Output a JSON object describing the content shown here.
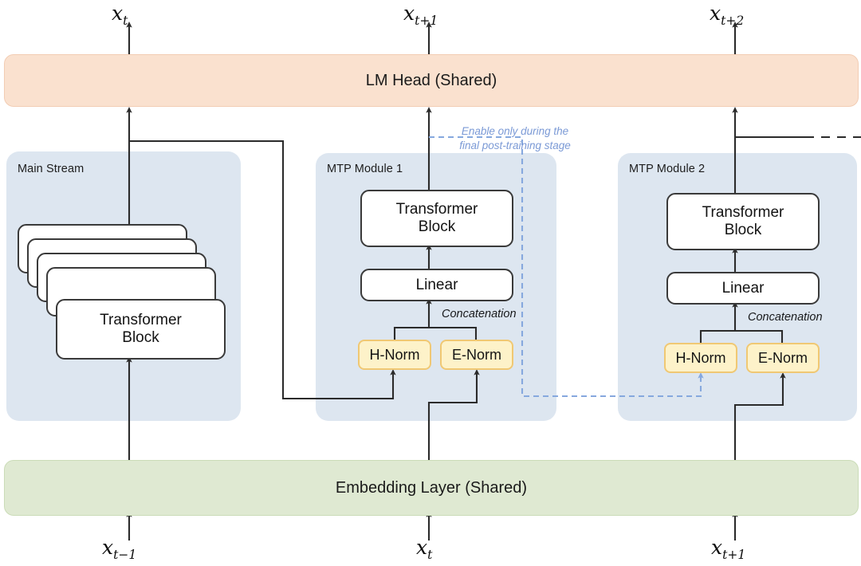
{
  "figure": {
    "type": "architecture-diagram",
    "title": "Multi-Token Prediction (MTP) module architecture"
  },
  "outputs": [
    {
      "name": "output-token-t",
      "base": "x",
      "sub": "t"
    },
    {
      "name": "output-token-t+1",
      "base": "x",
      "sub": "t+1"
    },
    {
      "name": "output-token-t+2",
      "base": "x",
      "sub": "t+2"
    }
  ],
  "inputs": [
    {
      "name": "input-token-t-1",
      "base": "x",
      "sub": "t−1"
    },
    {
      "name": "input-token-t",
      "base": "x",
      "sub": "t"
    },
    {
      "name": "input-token-t+1",
      "base": "x",
      "sub": "t+1"
    }
  ],
  "shared_layers": {
    "lm_head": "LM Head (Shared)",
    "embedding": "Embedding Layer (Shared)"
  },
  "panels": [
    {
      "label": "Main Stream"
    },
    {
      "label": "MTP Module 1"
    },
    {
      "label": "MTP Module 2"
    }
  ],
  "blocks": {
    "transformer": "Transformer\nBlock",
    "transformer_line1": "Transformer",
    "transformer_line2": "Block",
    "linear": "Linear",
    "h_norm": "H-Norm",
    "e_norm": "E-Norm"
  },
  "annotations": {
    "concatenation": "Concatenation",
    "enable_note_line1": "Enable only during the",
    "enable_note_line2": "final post-training stage"
  },
  "colors": {
    "panel_blue": "#dde6f0",
    "lm_head_orange": "#fae1cf",
    "embedding_green": "#dfe9d2",
    "norm_yellow": "#fdf2c9",
    "norm_border": "#f0c873",
    "wire_black": "#2b2b2b",
    "annotation_blue": "#7b9ad6"
  }
}
